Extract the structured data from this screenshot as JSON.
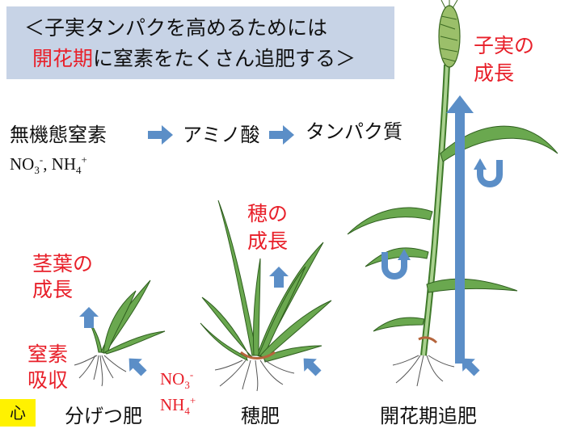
{
  "title": {
    "line1": "＜子実タンパクを高めるためには",
    "line2_red": "開花期",
    "line2_rest": "に窒素をたくさん追肥する＞"
  },
  "flow": {
    "step1": "無機態窒素",
    "step1_formula": {
      "no3": "NO",
      "no3_sub": "3",
      "no3_sup": "-",
      "sep": ", ",
      "nh4": "NH",
      "nh4_sub": "4",
      "nh4_sup": "+"
    },
    "step2": "アミノ酸",
    "step3": "タンパク質"
  },
  "labels": {
    "stem_leaf_growth": {
      "line1": "茎葉の",
      "line2": "成長"
    },
    "ear_growth": {
      "line1": "穂の",
      "line2": "成長"
    },
    "grain_growth": {
      "line1": "子実の",
      "line2": "成長"
    },
    "nitrogen_uptake": {
      "line1": "窒素",
      "line2": "吸収"
    }
  },
  "ions": {
    "no3": "NO",
    "no3_sub": "3",
    "no3_sup": "-",
    "nh4": "NH",
    "nh4_sub": "4",
    "nh4_sup": "+"
  },
  "stages": {
    "tillering": "分げつ肥",
    "panicle": "穂肥",
    "flowering": "開花期追肥"
  },
  "corner_tag": "心",
  "colors": {
    "red_text": "#e8202a",
    "arrow_blue": "#5b8ec7",
    "title_bg": "#c7d3e6",
    "leaf_green": "#5a9a3a",
    "corner_yellow": "#fff200"
  },
  "icons": [
    "right-arrow-icon",
    "up-arrow-icon",
    "diagonal-arrow-icon",
    "u-turn-arrow-icon"
  ]
}
